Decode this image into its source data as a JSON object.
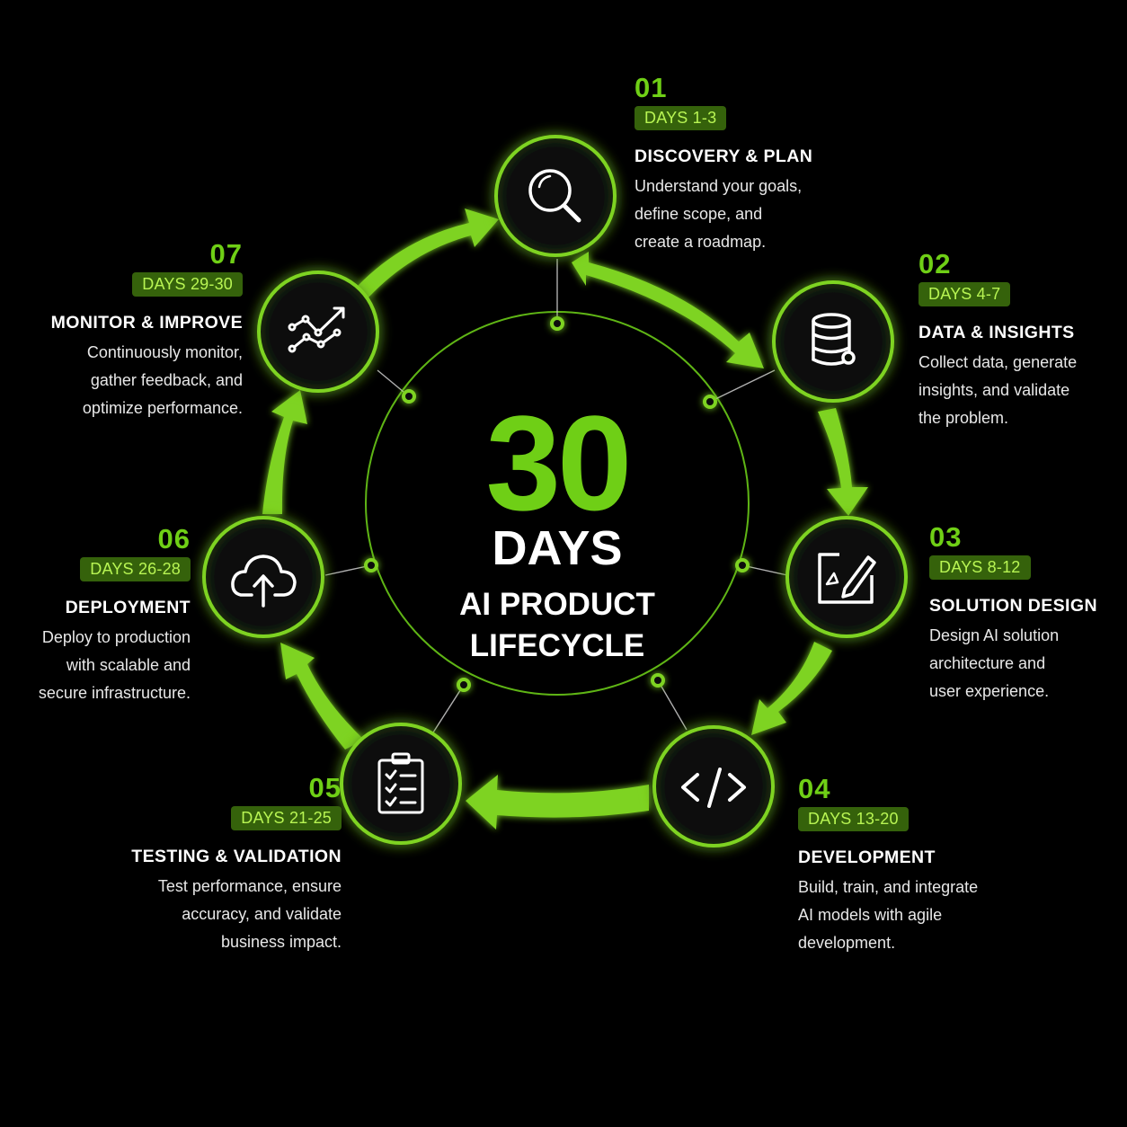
{
  "center": {
    "number": "30",
    "unit": "DAYS",
    "line1": "AI PRODUCT",
    "line2": "LIFECYCLE"
  },
  "colors": {
    "accent": "#6fcf16",
    "badge_bg": "#35620b",
    "badge_text": "#b8f553",
    "background": "#000000"
  },
  "stages": [
    {
      "number": "01",
      "days": "DAYS 1-3",
      "title": "DISCOVERY & PLAN",
      "desc": [
        "Understand your goals,",
        "define scope, and",
        "create a roadmap."
      ],
      "icon": "search-icon"
    },
    {
      "number": "02",
      "days": "DAYS 4-7",
      "title": "DATA & INSIGHTS",
      "desc": [
        "Collect data, generate",
        "insights, and validate",
        "the problem."
      ],
      "icon": "database-icon"
    },
    {
      "number": "03",
      "days": "DAYS 8-12",
      "title": "SOLUTION DESIGN",
      "desc": [
        "Design AI solution",
        "architecture and",
        "user experience."
      ],
      "icon": "design-pen-icon"
    },
    {
      "number": "04",
      "days": "DAYS 13-20",
      "title": "DEVELOPMENT",
      "desc": [
        "Build, train, and integrate",
        "AI models with agile",
        "development."
      ],
      "icon": "code-icon"
    },
    {
      "number": "05",
      "days": "DAYS 21-25",
      "title": "TESTING & VALIDATION",
      "desc": [
        "Test performance, ensure",
        "accuracy, and validate",
        "business impact."
      ],
      "icon": "clipboard-checklist-icon"
    },
    {
      "number": "06",
      "days": "DAYS 26-28",
      "title": "DEPLOYMENT",
      "desc": [
        "Deploy to production",
        "with scalable and",
        "secure infrastructure."
      ],
      "icon": "cloud-upload-icon"
    },
    {
      "number": "07",
      "days": "DAYS 29-30",
      "title": "MONITOR & IMPROVE",
      "desc": [
        "Continuously monitor,",
        "gather feedback, and",
        "optimize performance."
      ],
      "icon": "trend-chart-icon"
    }
  ]
}
